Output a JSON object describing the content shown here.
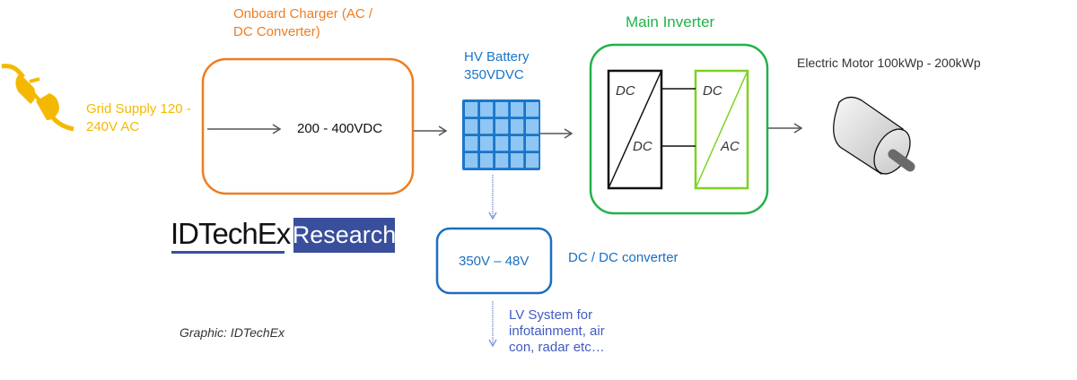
{
  "colors": {
    "grid": "#f5b800",
    "charger": "#ee7d21",
    "battery": "#1a75c9",
    "battery_fill": "#8fc6f3",
    "inverter": "#21b24b",
    "ac_stage": "#7dd321",
    "converter": "#1a6fc0",
    "lv": "#3f5bc4",
    "arrow": "#555555",
    "logo_bar": "#3a4f9c"
  },
  "grid_supply": {
    "icon": "plug-icon",
    "label_line1": "Grid Supply 120 -",
    "label_line2": "240V AC"
  },
  "charger": {
    "title_line1": "Onboard Charger (AC /",
    "title_line2": "DC Converter)",
    "value": "200 - 400VDC"
  },
  "battery": {
    "label_line1": "HV Battery",
    "label_line2": "350VDVC",
    "icon": "battery-grid-icon"
  },
  "inverter": {
    "title": "Main Inverter",
    "stage1": {
      "top": "DC",
      "bottom": "DC"
    },
    "stage2": {
      "top": "DC",
      "bottom": "AC"
    }
  },
  "motor": {
    "label": "Electric Motor 100kWp - 200kWp",
    "icon": "motor-icon"
  },
  "dcdc": {
    "value": "350V – 48V",
    "label": "DC / DC converter"
  },
  "lv_system": {
    "line1": "LV System for",
    "line2": "infotainment, air",
    "line3": "con, radar etc…"
  },
  "logo": {
    "word": "IDTechEx",
    "box": "Research"
  },
  "credit": "Graphic: IDTechEx"
}
